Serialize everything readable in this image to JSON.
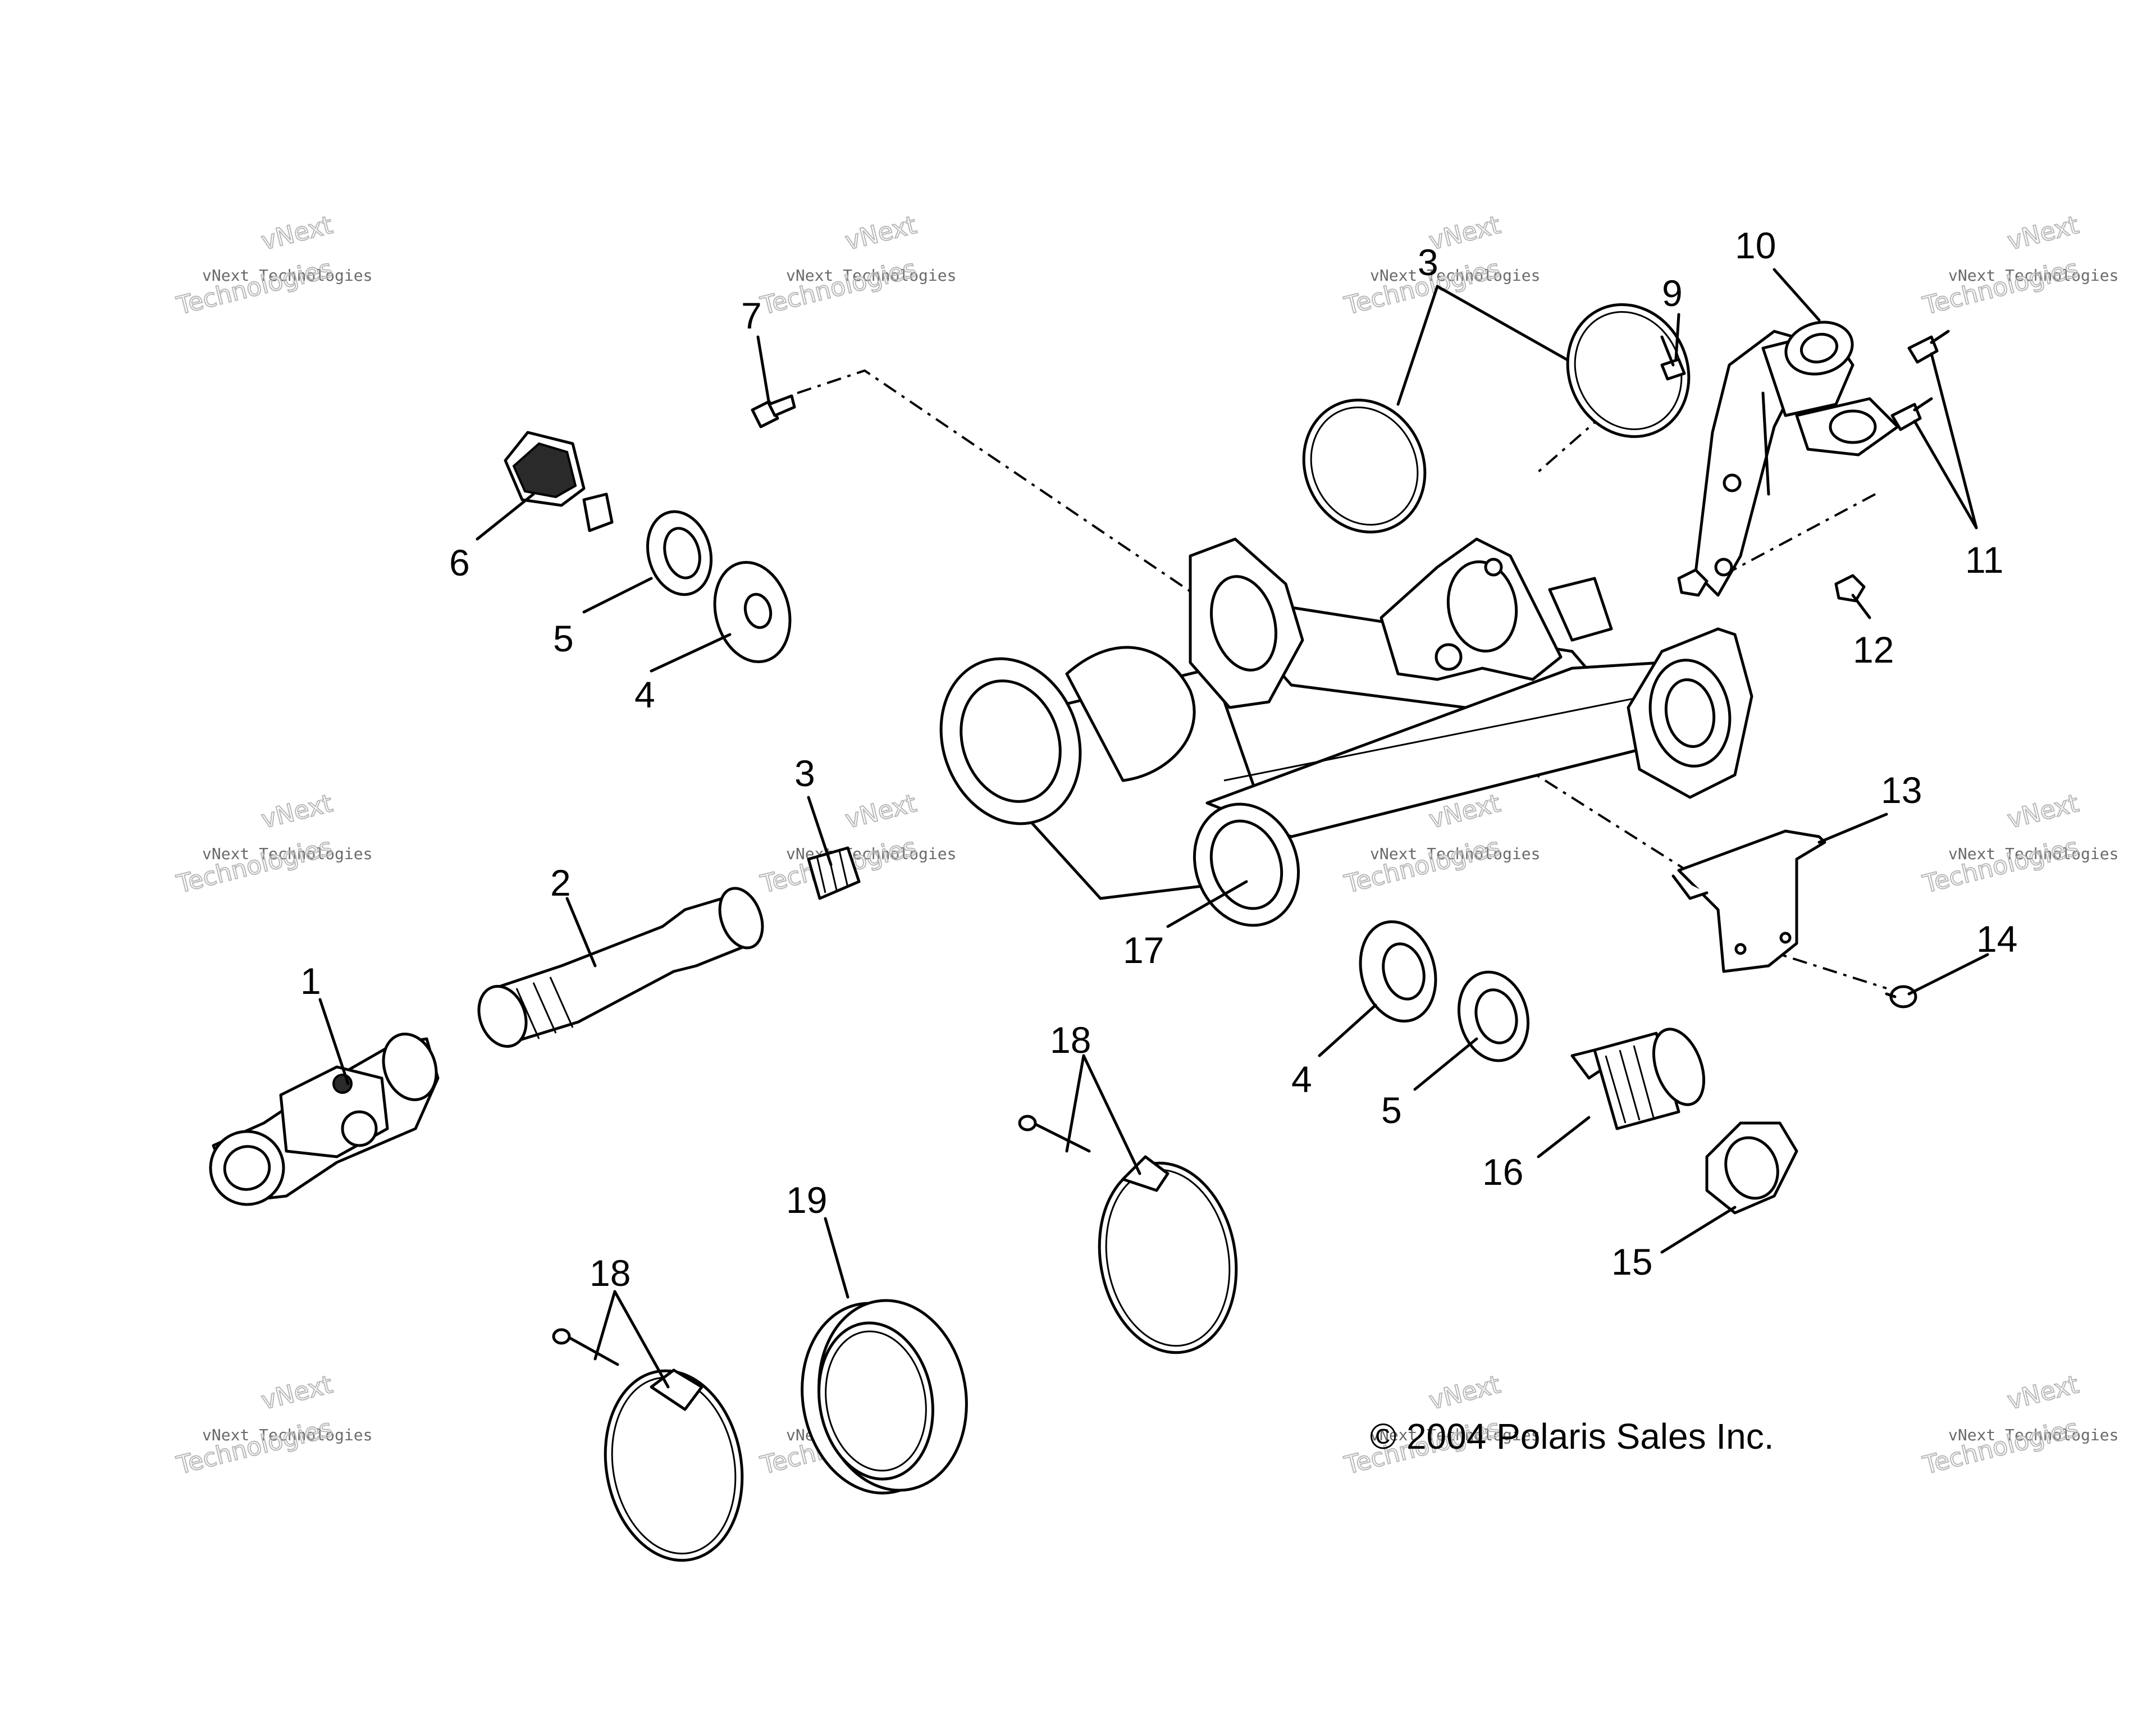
{
  "copyright": "© 2004 Polaris Sales Inc.",
  "watermark": {
    "line1": "vNext Technologies",
    "line2": "Technologies",
    "line3": "vNext"
  },
  "callouts": {
    "c1": "1",
    "c2": "2",
    "c3a": "3",
    "c3b": "3",
    "c4a": "4",
    "c4b": "4",
    "c5a": "5",
    "c5b": "5",
    "c6": "6",
    "c7": "7",
    "c9": "9",
    "c10": "10",
    "c11": "11",
    "c12": "12",
    "c13": "13",
    "c14": "14",
    "c15": "15",
    "c16": "16",
    "c17": "17",
    "c18a": "18",
    "c18b": "18",
    "c19": "19"
  }
}
